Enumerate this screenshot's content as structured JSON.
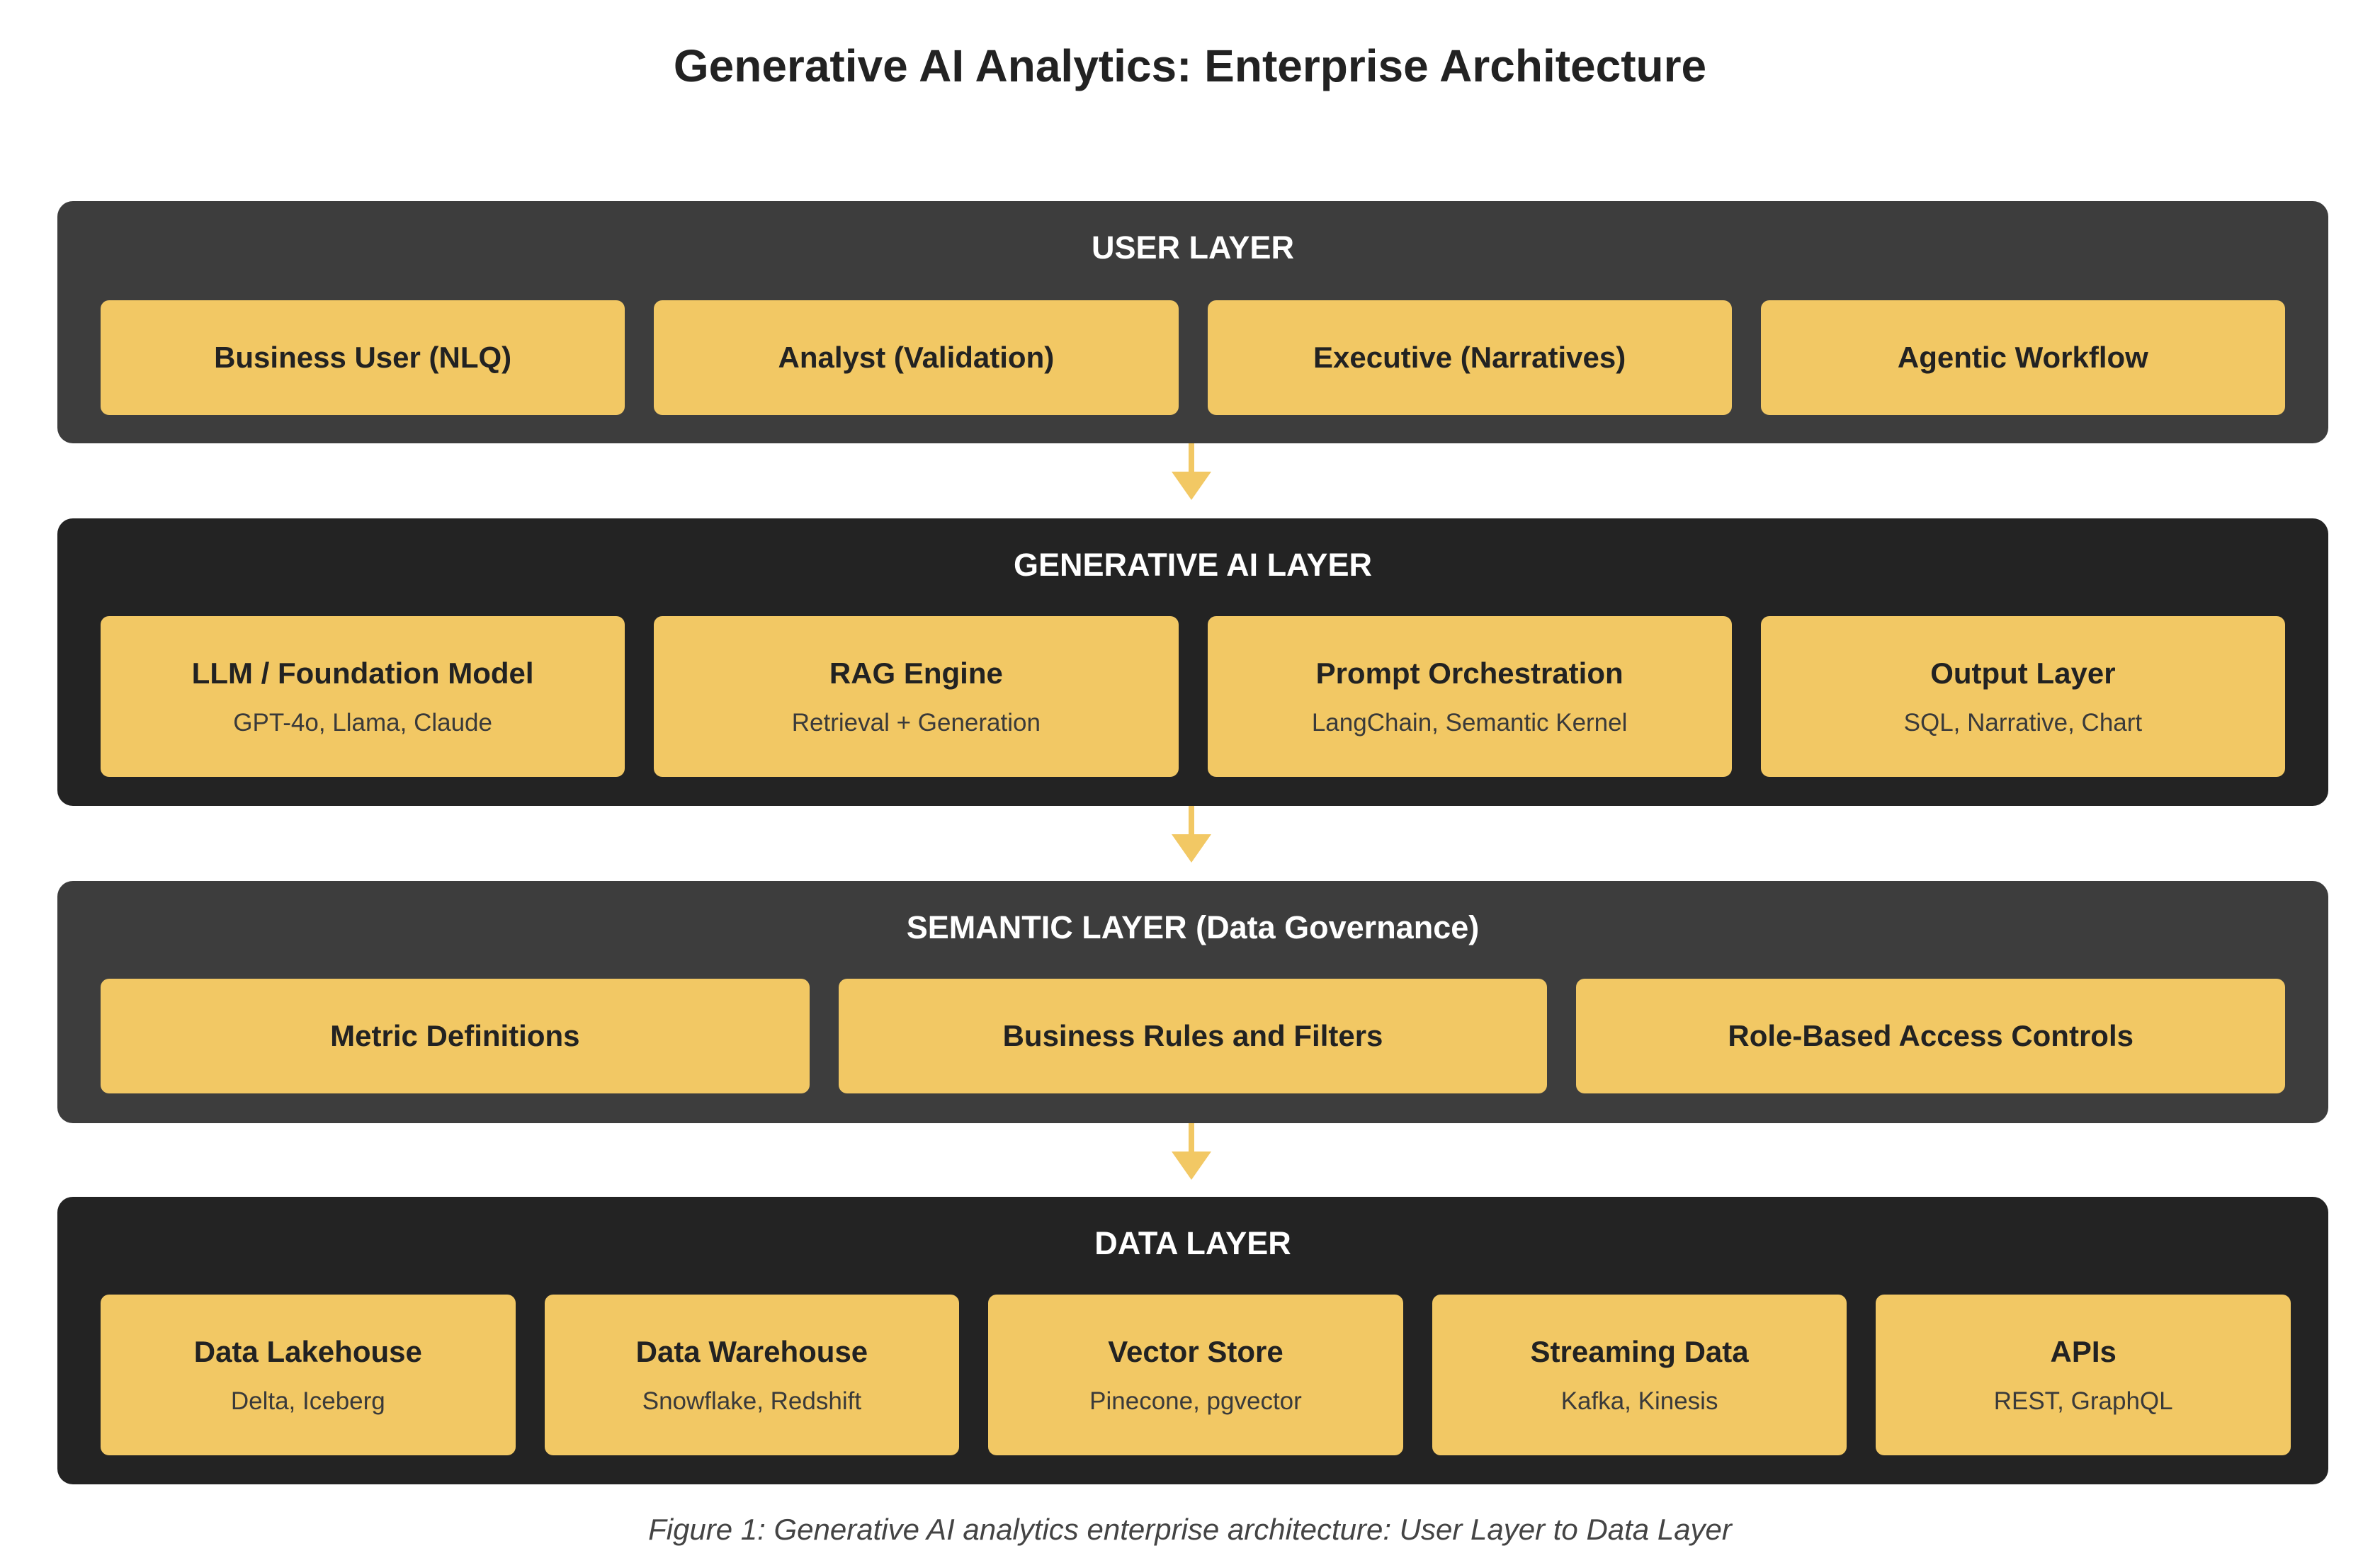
{
  "title": "Generative AI Analytics: Enterprise Architecture",
  "layers": [
    {
      "title": "USER LAYER",
      "components": [
        {
          "name": "Business User (NLQ)",
          "detail": ""
        },
        {
          "name": "Analyst (Validation)",
          "detail": ""
        },
        {
          "name": "Executive (Narratives)",
          "detail": ""
        },
        {
          "name": "Agentic Workflow",
          "detail": ""
        }
      ]
    },
    {
      "title": "GENERATIVE AI LAYER",
      "components": [
        {
          "name": "LLM / Foundation Model",
          "detail": "GPT-4o, Llama, Claude"
        },
        {
          "name": "RAG Engine",
          "detail": "Retrieval + Generation"
        },
        {
          "name": "Prompt Orchestration",
          "detail": "LangChain, Semantic Kernel"
        },
        {
          "name": "Output Layer",
          "detail": "SQL, Narrative, Chart"
        }
      ]
    },
    {
      "title": "SEMANTIC LAYER (Data Governance)",
      "components": [
        {
          "name": "Metric Definitions",
          "detail": ""
        },
        {
          "name": "Business Rules and Filters",
          "detail": ""
        },
        {
          "name": "Role-Based Access Controls",
          "detail": ""
        }
      ]
    },
    {
      "title": "DATA LAYER",
      "components": [
        {
          "name": "Data Lakehouse",
          "detail": "Delta, Iceberg"
        },
        {
          "name": "Data Warehouse",
          "detail": "Snowflake, Redshift"
        },
        {
          "name": "Vector Store",
          "detail": "Pinecone, pgvector"
        },
        {
          "name": "Streaming Data",
          "detail": "Kafka, Kinesis"
        },
        {
          "name": "APIs",
          "detail": "REST, GraphQL"
        }
      ]
    }
  ],
  "caption": "Figure 1: Generative AI analytics enterprise architecture: User Layer to Data Layer",
  "colors": {
    "component_fill": "#f2c864",
    "layer_mid": "#3d3d3d",
    "layer_dark": "#232323",
    "arrow": "#f2c864"
  }
}
